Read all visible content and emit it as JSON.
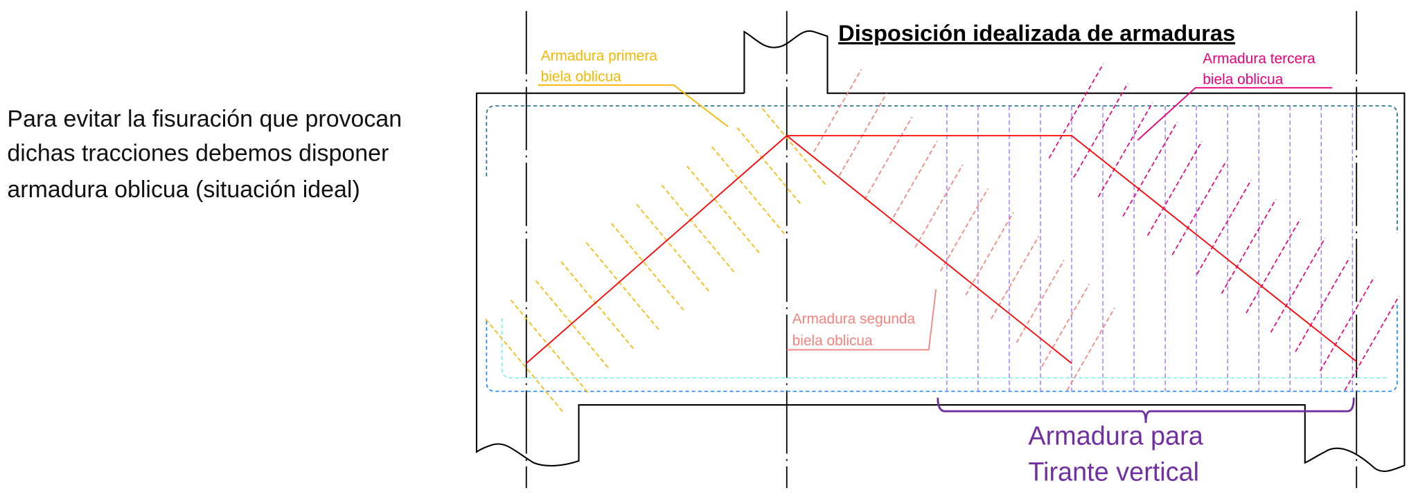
{
  "intro_text": {
    "lines": [
      "Para evitar la fisuración que provocan",
      "dichas tracciones debemos disponer",
      "armadura oblicua (situación ideal)"
    ]
  },
  "title": "Disposición idealizada de armaduras",
  "labels": {
    "primera": {
      "line1": "Armadura primera",
      "line2": "biela oblicua"
    },
    "segunda": {
      "line1": "Armadura segunda",
      "line2": "biela oblicua"
    },
    "tercera": {
      "line1": "Armadura tercera",
      "line2": "biela oblicua"
    },
    "tirante": {
      "line1": "Armadura para",
      "line2": "Tirante vertical"
    }
  },
  "colors": {
    "primera": "#f5b800",
    "segunda": "#f4837d",
    "tercera": "#e8007a",
    "tirante_bars": "#9b7bff",
    "tirante_text": "#7030a0",
    "strut": "#ff0000",
    "outline": "#000000",
    "stirrup_top": "#1f6f8b",
    "stirrup_bottom": "#1e88ff",
    "stirrup_inner": "#6ff0f0"
  }
}
